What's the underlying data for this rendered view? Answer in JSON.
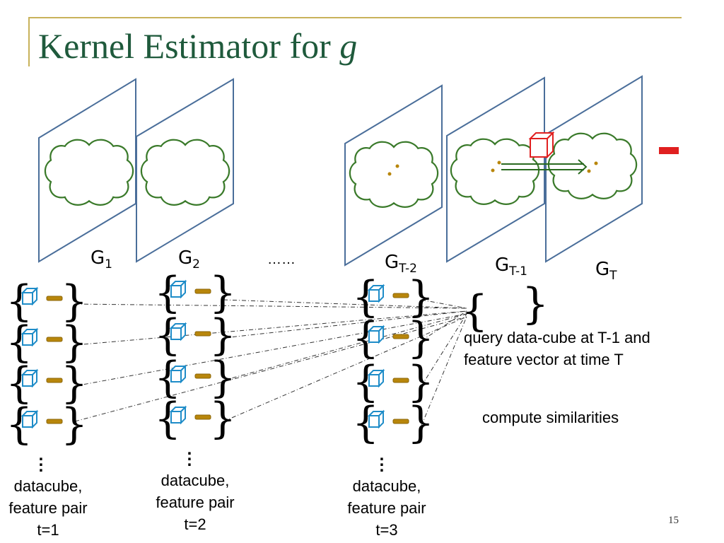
{
  "slide": {
    "title_text": "Kernel Estimator for ",
    "title_var": "g",
    "page_number": "15"
  },
  "frames": [
    {
      "label_main": "G",
      "label_sub": "1"
    },
    {
      "label_main": "G",
      "label_sub": "2"
    },
    {
      "label_main": "G",
      "label_sub": "T-2"
    },
    {
      "label_main": "G",
      "label_sub": "T-1"
    },
    {
      "label_main": "G",
      "label_sub": "T"
    }
  ],
  "ellipsis": "……",
  "captions": {
    "t1": "datacube,\nfeature pair\nt=1",
    "t2": "datacube,\nfeature pair\nt=2",
    "t3": "datacube,\nfeature pair\nt=3"
  },
  "query_text": "query data-cube at T-1 and feature vector at time T",
  "compute_text": "compute similarities",
  "colors": {
    "title": "#1f5a3c",
    "rule": "#c8b25a",
    "frame": "#4a6e9a",
    "cloud": "#3a7a2a",
    "cube": "#1e8cc8",
    "feature": "#b8860b",
    "query_cube": "#e02020",
    "arrow": "#2a6a20"
  },
  "icons": [
    "datacube-icon",
    "feature-bar-icon",
    "query-cube-icon",
    "arrow-icon"
  ]
}
